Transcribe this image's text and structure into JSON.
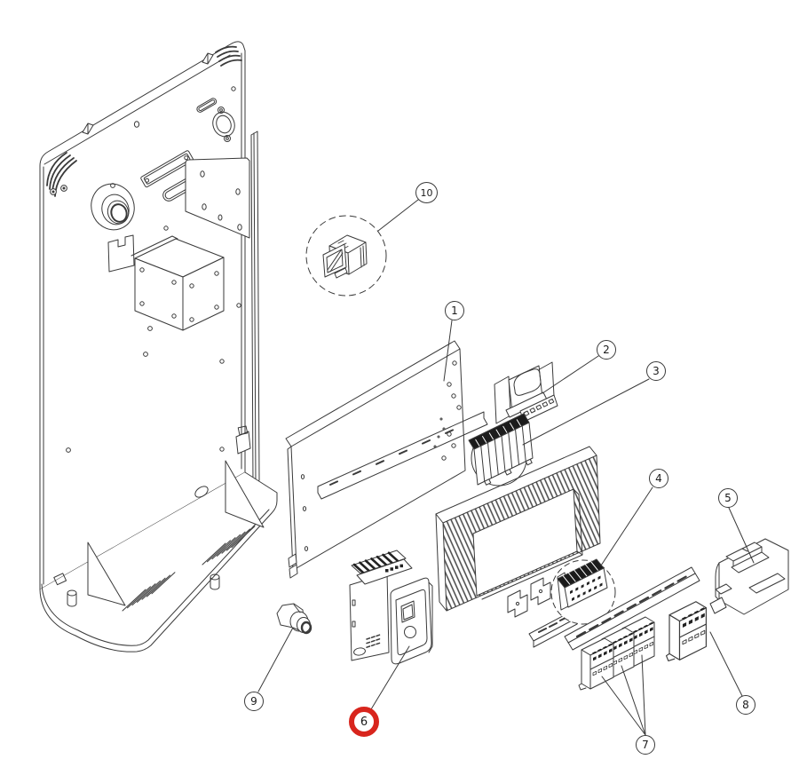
{
  "diagram": {
    "type": "exploded-parts-diagram",
    "colors": {
      "background": "#ffffff",
      "line": "#3a3a3a",
      "highlight": "#d8251d"
    },
    "callouts": [
      {
        "label": "1",
        "highlighted": false
      },
      {
        "label": "2",
        "highlighted": false
      },
      {
        "label": "3",
        "highlighted": false
      },
      {
        "label": "4",
        "highlighted": false
      },
      {
        "label": "5",
        "highlighted": false
      },
      {
        "label": "6",
        "highlighted": true
      },
      {
        "label": "7",
        "highlighted": false
      },
      {
        "label": "8",
        "highlighted": false
      },
      {
        "label": "9",
        "highlighted": false
      },
      {
        "label": "10",
        "highlighted": false
      }
    ]
  }
}
